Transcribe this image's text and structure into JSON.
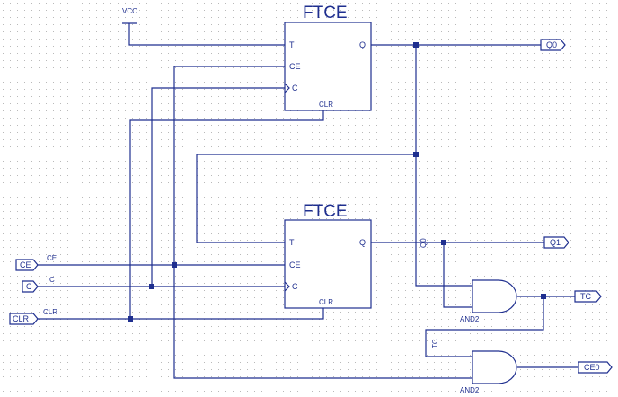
{
  "power": {
    "vcc_label": "VCC"
  },
  "ff_top": {
    "title": "FTCE",
    "pin_t": "T",
    "pin_ce": "CE",
    "pin_c": "C",
    "pin_q": "Q",
    "pin_clr": "CLR"
  },
  "ff_bottom": {
    "title": "FTCE",
    "pin_t": "T",
    "pin_ce": "CE",
    "pin_c": "C",
    "pin_q": "Q",
    "pin_clr": "CLR"
  },
  "gate_tc": {
    "label": "AND2"
  },
  "gate_ceo": {
    "label": "AND2"
  },
  "ports": {
    "ce": "CE",
    "c": "C",
    "clr": "CLR",
    "q0": "Q0",
    "q1": "Q1",
    "tc": "TC",
    "ceo": "CE0"
  },
  "nets": {
    "ce": "CE",
    "c": "C",
    "clr": "CLR",
    "q0": "Q0",
    "tc": "TC"
  },
  "colors": {
    "wire": "#1f2f8f",
    "grid_dot": "#b9b9b9",
    "background": "#ffffff"
  }
}
